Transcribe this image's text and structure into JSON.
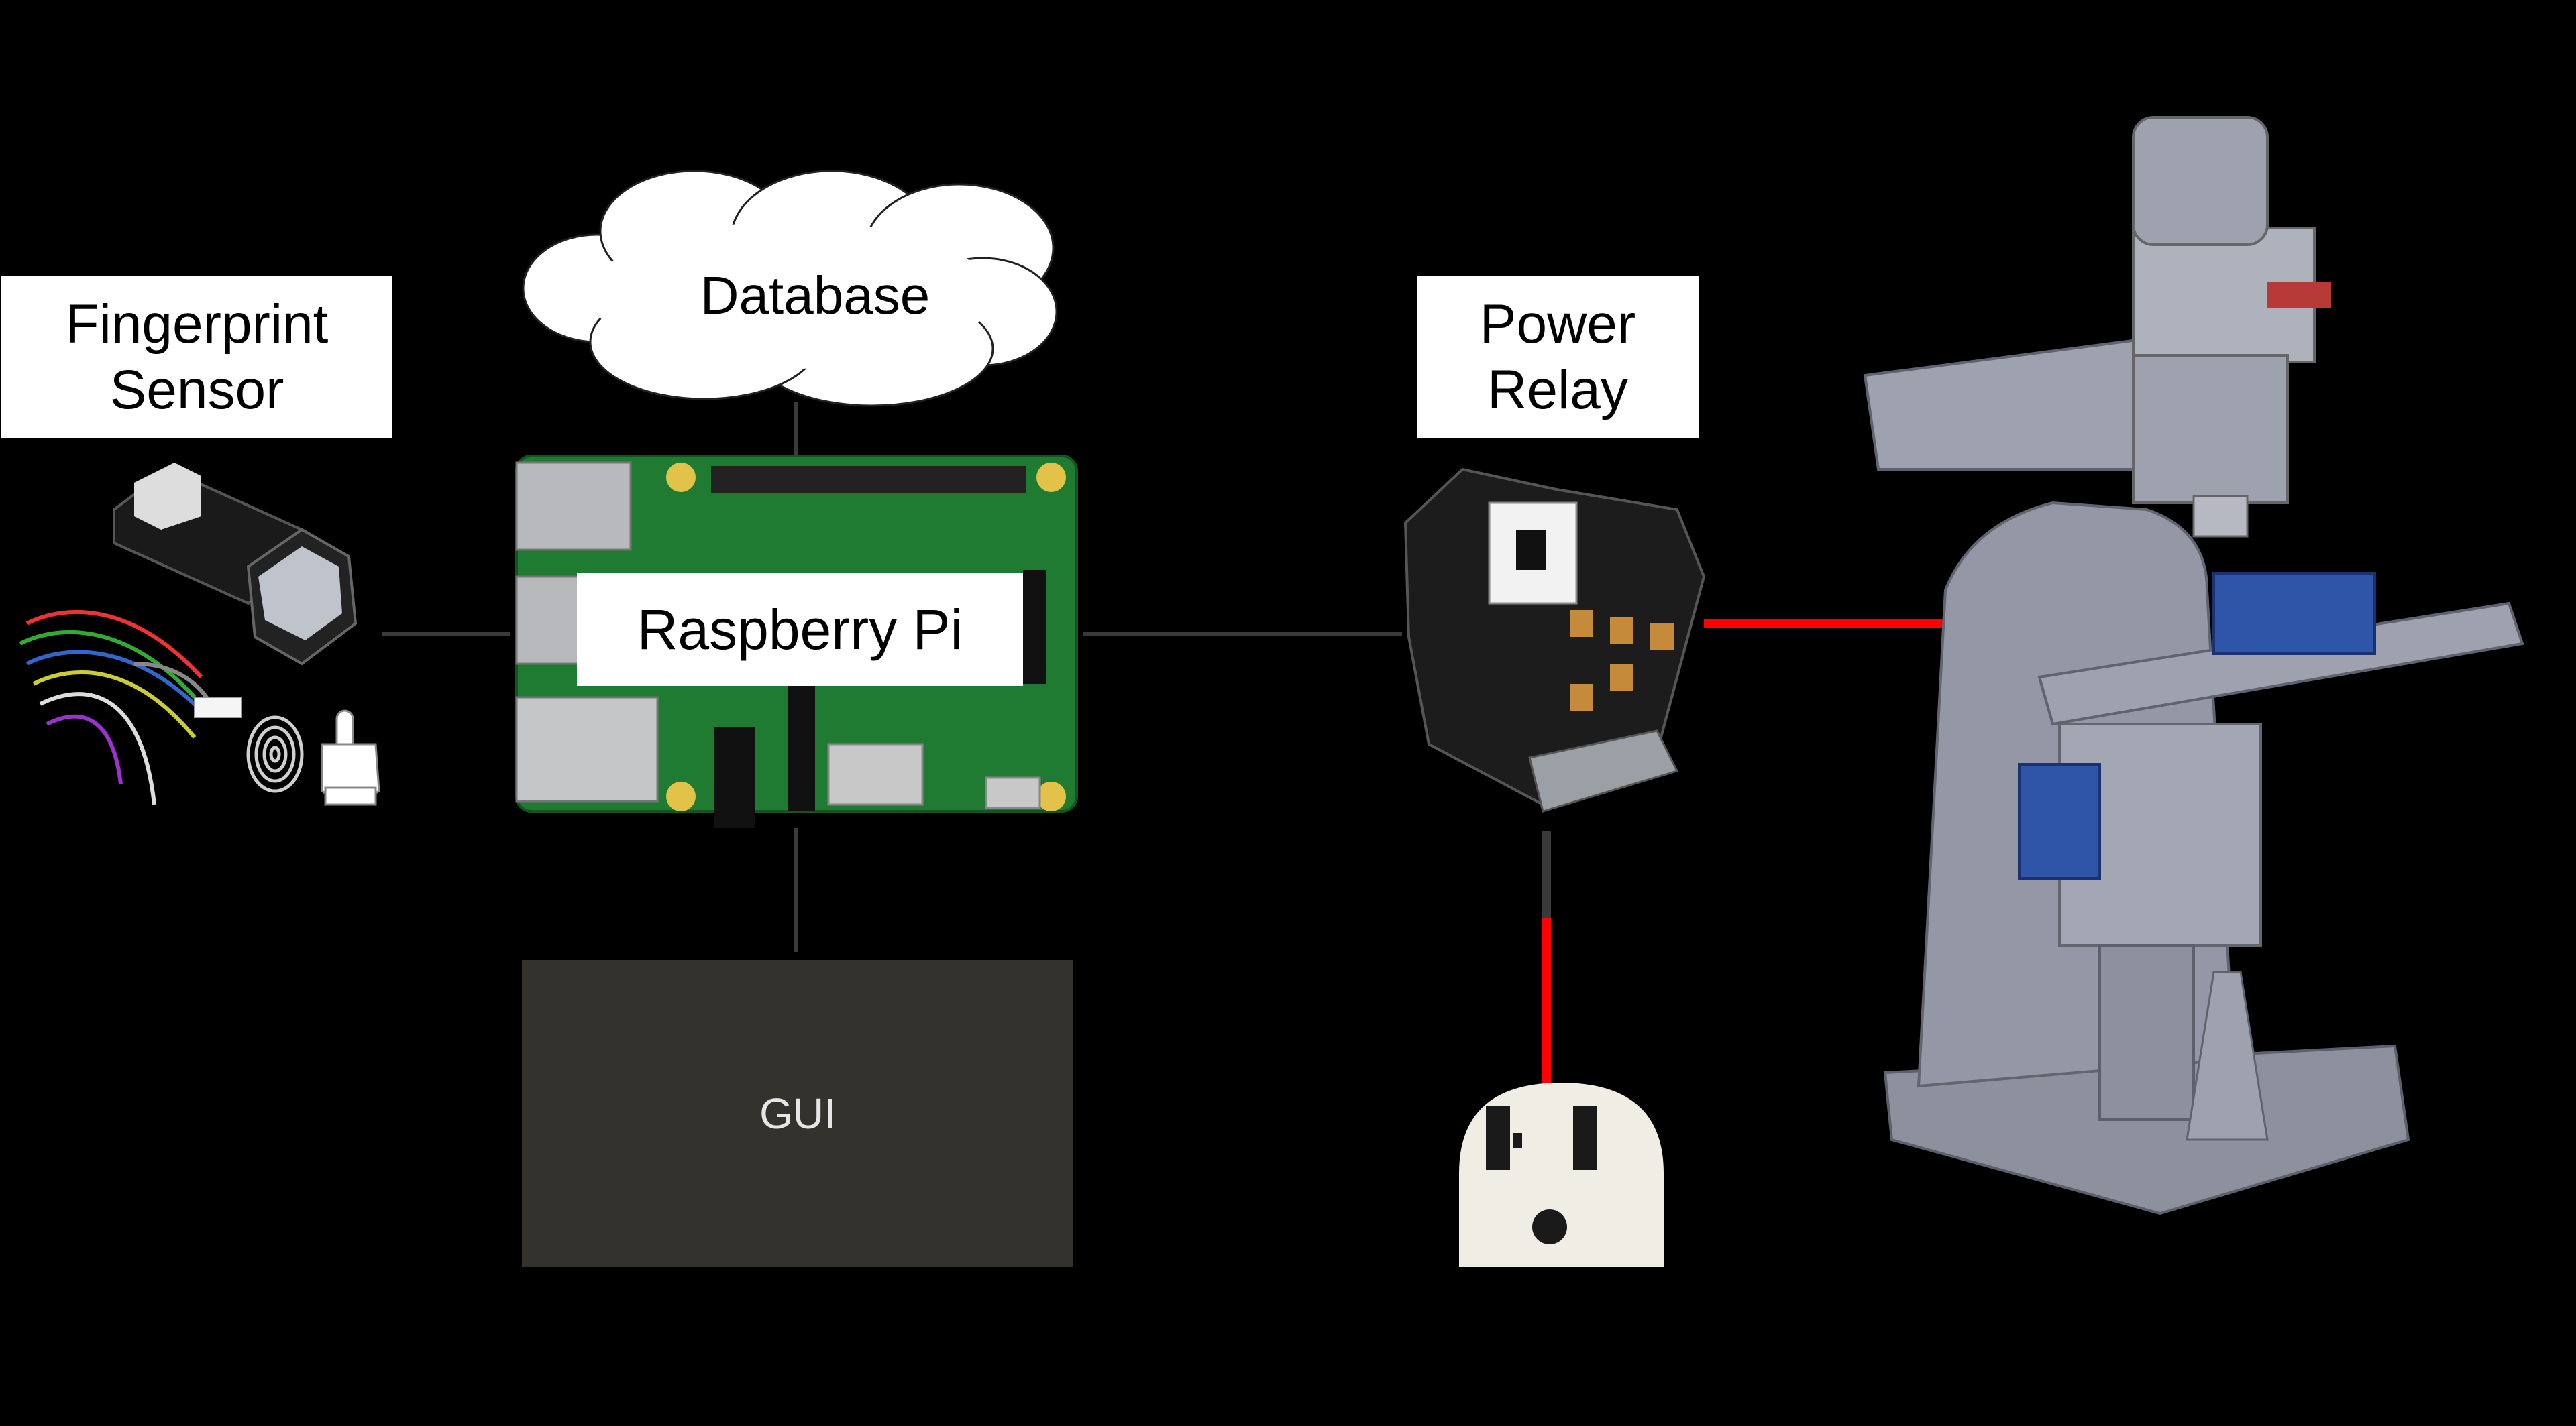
{
  "diagram": {
    "background_color": "#000000",
    "connector_color": "#3a3a3a",
    "power_line_color": "#ff0000",
    "nodes": {
      "fingerprint_sensor": {
        "label_line1": "Fingerprint",
        "label_line2": "Sensor",
        "icon": "fingerprint-sensor-module-icon"
      },
      "database": {
        "label": "Database",
        "icon": "cloud-icon"
      },
      "raspberry_pi": {
        "label": "Raspberry Pi",
        "icon": "raspberry-pi-board-icon"
      },
      "gui": {
        "label": "GUI",
        "color": "#34322c"
      },
      "power_relay": {
        "label_line1": "Power",
        "label_line2": "Relay",
        "icon": "contactor-relay-icon"
      },
      "outlet": {
        "icon": "power-outlet-icon",
        "color": "#efede4"
      },
      "milling_machine": {
        "icon": "milling-machine-icon",
        "color": "#8a8e9c"
      }
    }
  }
}
